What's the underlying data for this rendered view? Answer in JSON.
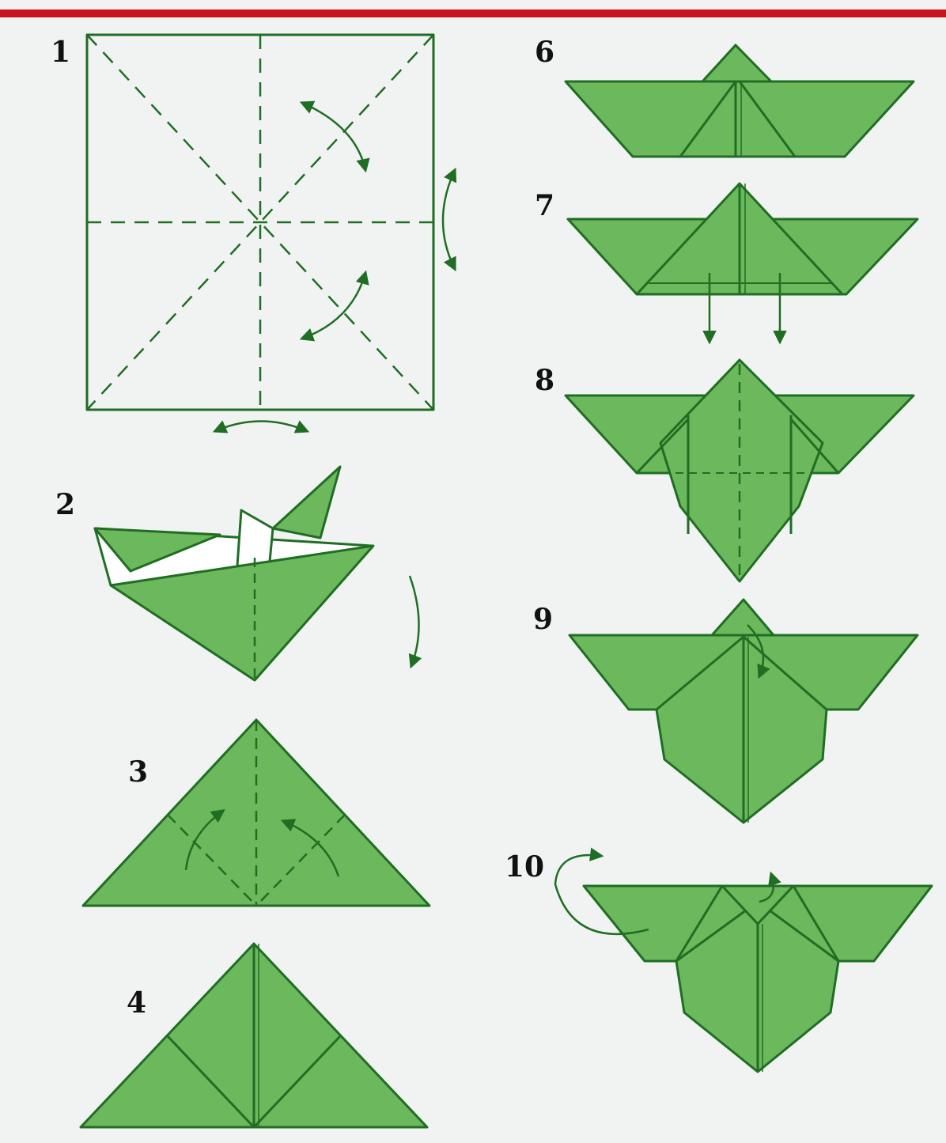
{
  "diagram": {
    "steps": [
      {
        "id": "1",
        "label": "1"
      },
      {
        "id": "2",
        "label": "2"
      },
      {
        "id": "3",
        "label": "3"
      },
      {
        "id": "4",
        "label": "4"
      },
      {
        "id": "6",
        "label": "6"
      },
      {
        "id": "7",
        "label": "7"
      },
      {
        "id": "8",
        "label": "8"
      },
      {
        "id": "9",
        "label": "9"
      },
      {
        "id": "10",
        "label": "10"
      }
    ]
  },
  "colors": {
    "background": "#f1f3f3",
    "paper_fill": "#6cb85c",
    "paper_inner": "#ffffff",
    "fold_line": "#1f6e23",
    "accent_bar": "#c8141e",
    "label": "#111111"
  }
}
